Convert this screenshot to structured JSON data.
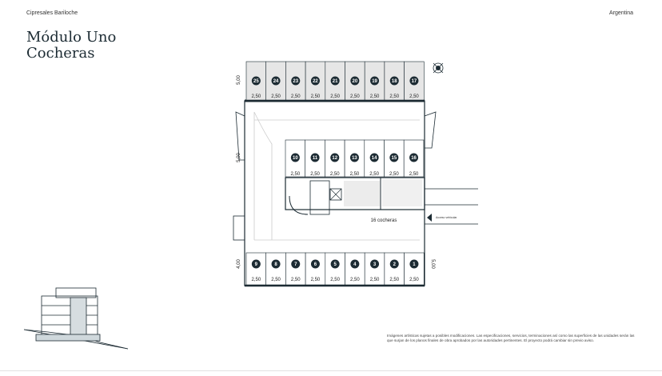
{
  "header": {
    "brand": "Cipresales Bariloche",
    "country": "Argentina"
  },
  "title": {
    "line1": "Módulo Uno",
    "line2": "Cocheras"
  },
  "plan": {
    "top_row": {
      "stalls": [
        "25",
        "24",
        "23",
        "22",
        "21",
        "20",
        "19",
        "18",
        "17"
      ],
      "width_label": "2,50",
      "depth_label": "5,00"
    },
    "middle_row": {
      "stalls": [
        "10",
        "11",
        "12",
        "13",
        "14",
        "15",
        "16"
      ],
      "width_label": "2,50",
      "depth_label": "5,00"
    },
    "bottom_row": {
      "stalls": [
        "9",
        "8",
        "7",
        "6",
        "5",
        "4",
        "3",
        "2",
        "1"
      ],
      "width_label": "2,50",
      "depth_label_left": "4,00",
      "depth_label_right": "5,00"
    },
    "summary": "16 cocheras",
    "access_label": "Acceso vehicular",
    "compass_icon": "compass-icon",
    "stall_badge_color": "#1c2b33",
    "stall_fill_color": "#e6e6e6"
  },
  "disclaimer": "Imágenes artísticas sujetas a posibles modificaciones. Las especificaciones, servicios, terminaciones así como las superficies de las unidades serán las que surjan de los planos finales de obra aprobados por las autoridades pertinentes. El proyecto podrá cambiar sin previo aviso."
}
